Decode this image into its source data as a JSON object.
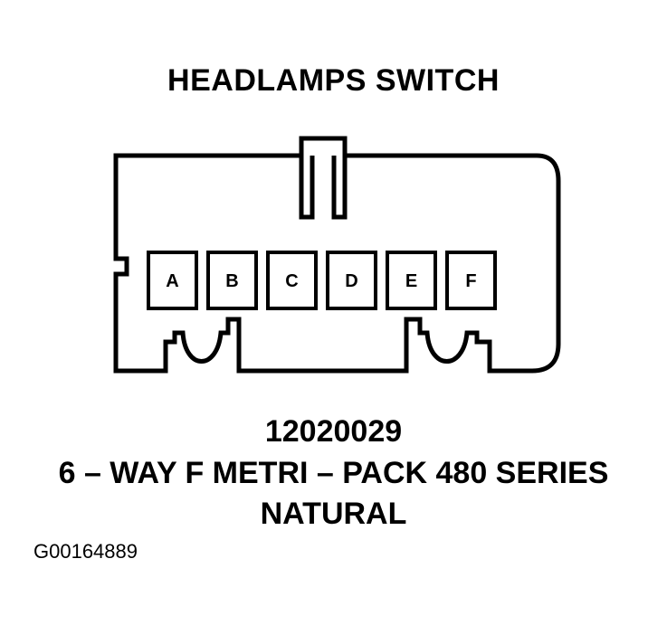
{
  "title": "HEADLAMPS SWITCH",
  "terminals": [
    "A",
    "B",
    "C",
    "D",
    "E",
    "F"
  ],
  "part_number": "12020029",
  "description": "6 – WAY F METRI – PACK 480 SERIES",
  "color_name": "NATURAL",
  "figure_id": "G00164889",
  "colors": {
    "line": "#000000",
    "background": "#ffffff"
  }
}
